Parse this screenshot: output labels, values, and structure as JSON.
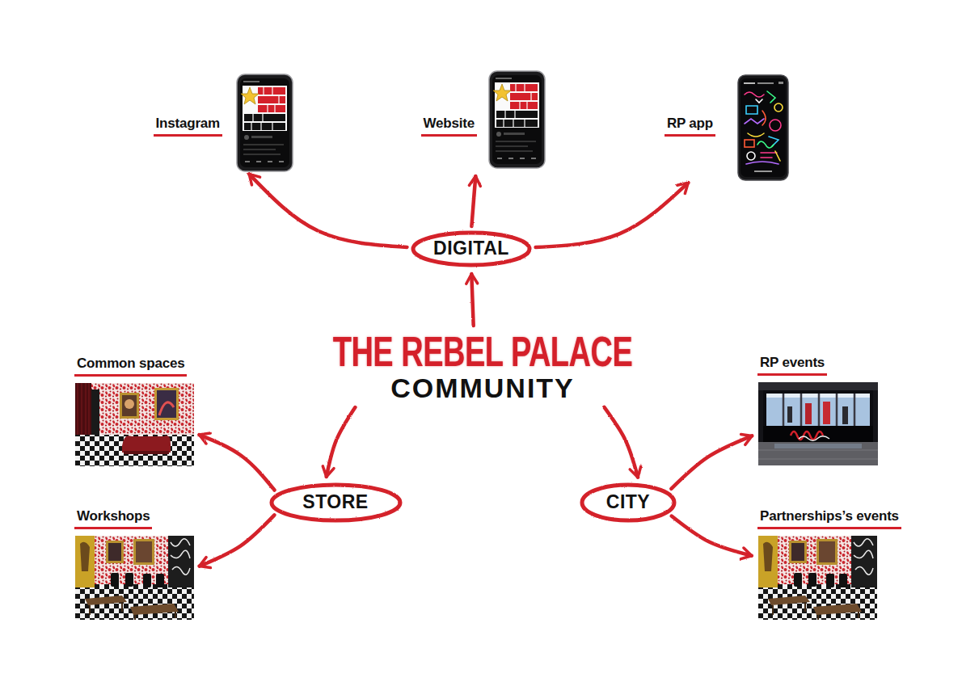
{
  "diagram": {
    "nodes": [
      {
        "text": [
          "Instagram"
        ]
      },
      {
        "text": [
          "Website"
        ]
      },
      {
        "text": [
          "RP app"
        ]
      },
      {
        "text": [
          "DIGITAL"
        ]
      },
      {
        "text": [
          "THE REBEL PALACE",
          "COMMUNITY"
        ]
      },
      {
        "text": [
          "Common spaces"
        ]
      },
      {
        "text": [
          "RP events"
        ]
      },
      {
        "text": [
          "STORE"
        ]
      },
      {
        "text": [
          "CITY"
        ]
      },
      {
        "text": [
          "Workshops"
        ]
      },
      {
        "text": [
          "Partnerships’s events"
        ]
      }
    ],
    "edges": [
      {
        "from": 4,
        "to": 3,
        "arrow": "to"
      },
      {
        "from": 4,
        "to": 7,
        "arrow": "to"
      },
      {
        "from": 4,
        "to": 8,
        "arrow": "to"
      },
      {
        "from": 3,
        "to": 0,
        "arrow": "to"
      },
      {
        "from": 3,
        "to": 1,
        "arrow": "to"
      },
      {
        "from": 3,
        "to": 2,
        "arrow": "to"
      },
      {
        "from": 7,
        "to": 5,
        "arrow": "to"
      },
      {
        "from": 7,
        "to": 9,
        "arrow": "to"
      },
      {
        "from": 8,
        "to": 6,
        "arrow": "to"
      },
      {
        "from": 8,
        "to": 10,
        "arrow": "to"
      }
    ]
  }
}
